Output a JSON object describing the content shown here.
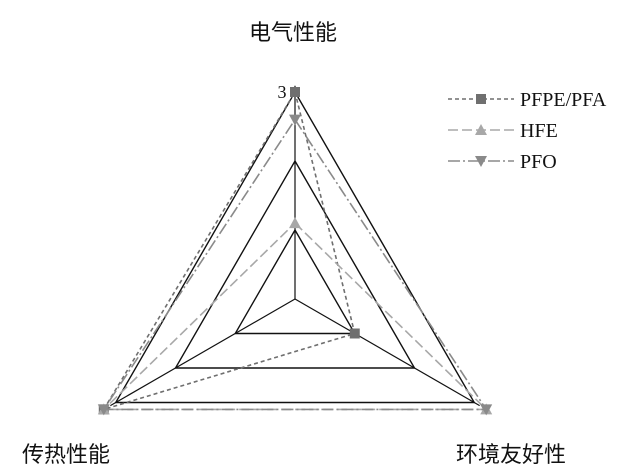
{
  "chart_data": {
    "type": "radar",
    "axes": [
      "电气性能",
      "环境友好性",
      "传热性能"
    ],
    "ticks": [
      1,
      2,
      3
    ],
    "tick_label": "3",
    "max": 3,
    "series": [
      {
        "name": "PFPE/PFA",
        "values": [
          3,
          1.0,
          3.2
        ],
        "color": "#6f6f6f",
        "marker": "square"
      },
      {
        "name": "HFE",
        "values": [
          1.1,
          3.2,
          3.2
        ],
        "color": "#a8a8a8",
        "marker": "triangle-up"
      },
      {
        "name": "PFO",
        "values": [
          2.6,
          3.2,
          3.2
        ],
        "color": "#8a8a8a",
        "marker": "triangle-down"
      }
    ],
    "legend_position": "top-right"
  }
}
